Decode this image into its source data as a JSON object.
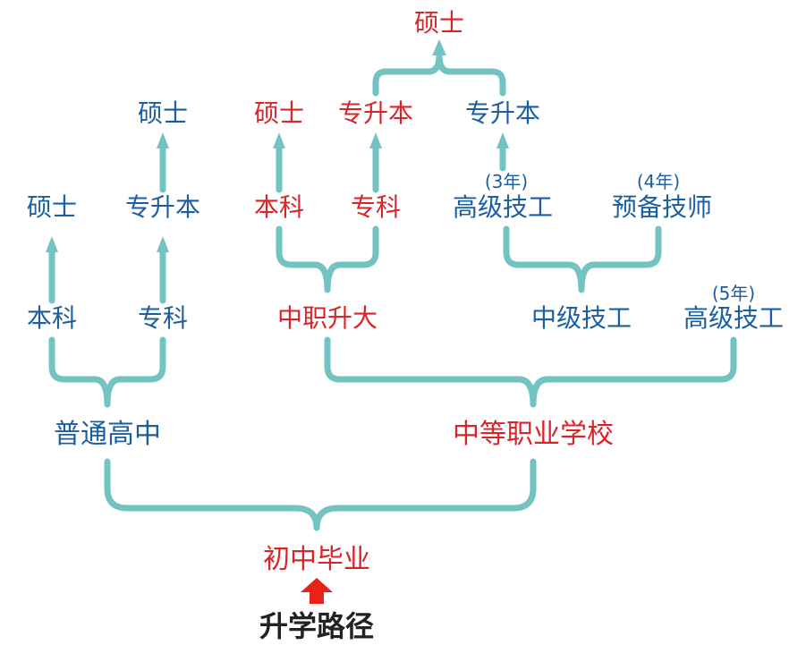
{
  "title": "升学路径",
  "root": "初中毕业",
  "colors": {
    "blue": "#1b5fa0",
    "red": "#d9252a",
    "connector": "#72c3c2",
    "arrow": "#e8221b",
    "title": "#222222"
  },
  "general_high_school": {
    "label": "普通高中",
    "undergrad": "本科",
    "undergrad_next": "硕士",
    "junior_college": "专科",
    "junior_college_next": "专升本",
    "junior_college_next_next": "硕士"
  },
  "vocational_school": {
    "label": "中等职业学校",
    "college_entry": {
      "label": "中职升大",
      "undergrad": "本科",
      "undergrad_next": "硕士",
      "junior_college": "专科",
      "junior_college_next": "专升本"
    },
    "intermediate_tech": {
      "label": "中级技工",
      "senior_tech": {
        "label": "高级技工",
        "duration": "(3年)"
      },
      "senior_tech_next": "专升本",
      "reserve_tech": {
        "label": "预备技师",
        "duration": "(4年)"
      }
    },
    "senior_tech_5yr": {
      "label": "高级技工",
      "duration": "(5年)"
    }
  },
  "top_master": "硕士"
}
